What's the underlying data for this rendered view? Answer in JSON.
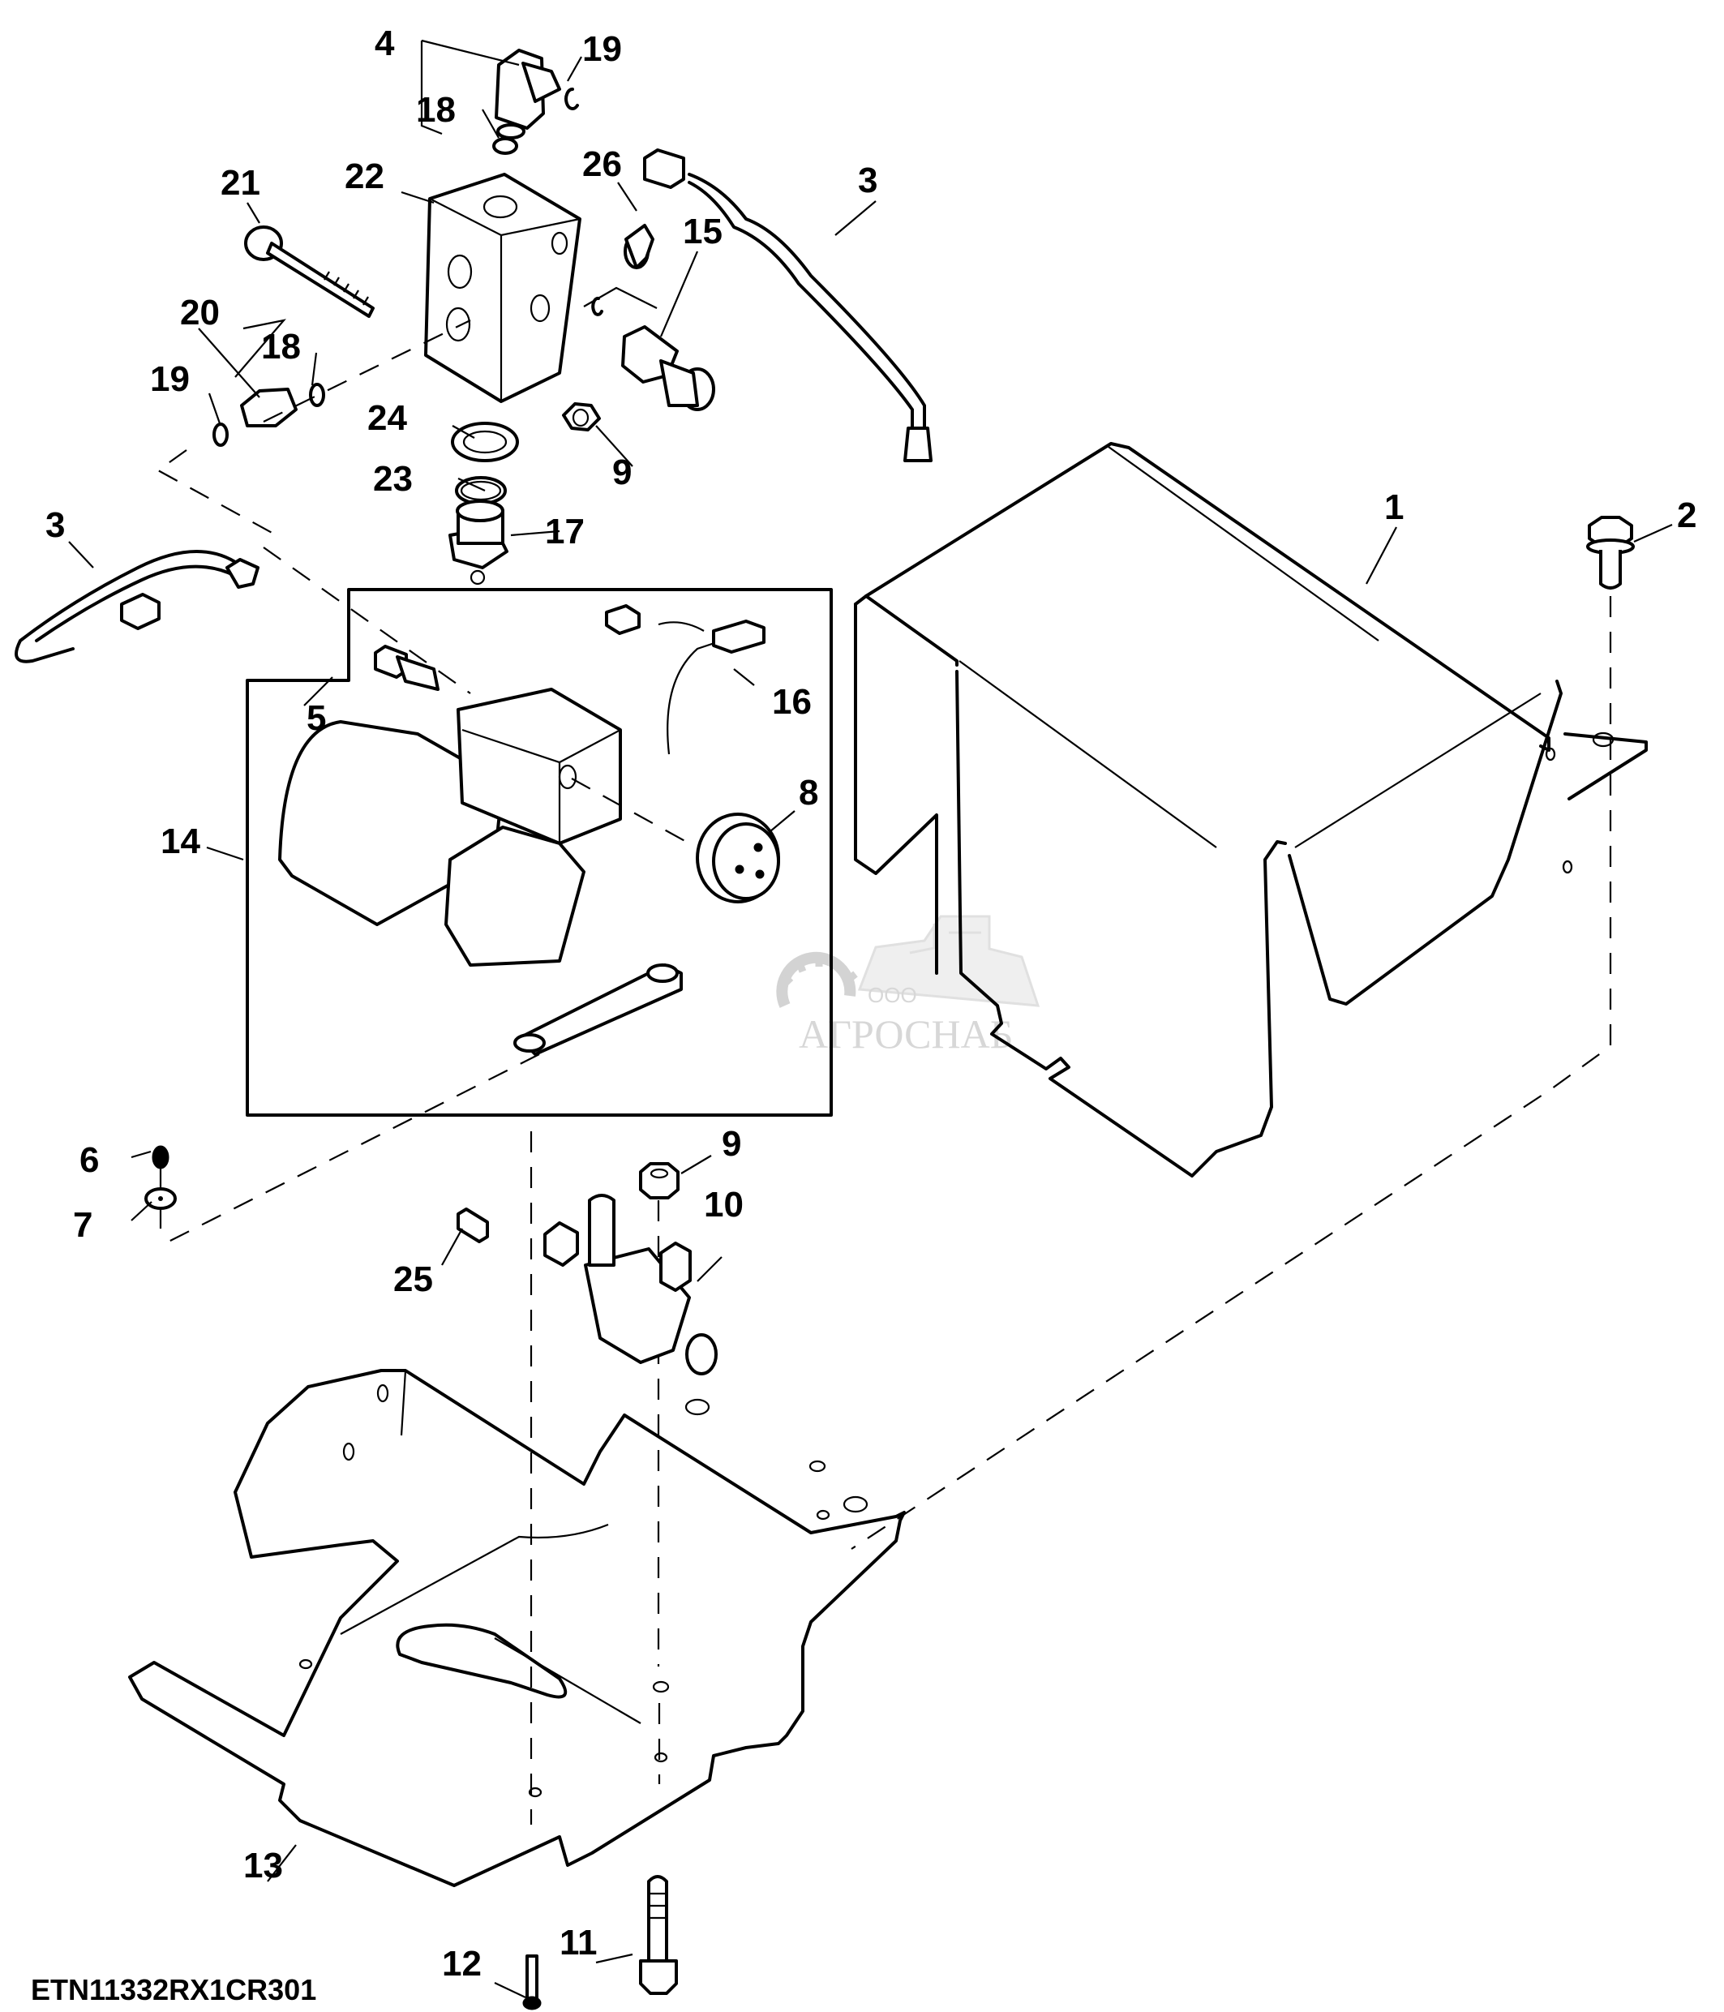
{
  "diagram": {
    "reference_code": "ETN11332RX1CR301",
    "watermark": {
      "prefix": "ООО",
      "name": "АГРОСНАБ"
    },
    "callouts": [
      {
        "id": "c1",
        "label": "1",
        "part": "cover"
      },
      {
        "id": "c2",
        "label": "2",
        "part": "cap-screw"
      },
      {
        "id": "c3a",
        "label": "3",
        "part": "hose-upper"
      },
      {
        "id": "c3b",
        "label": "3",
        "part": "hose-left"
      },
      {
        "id": "c4",
        "label": "4",
        "part": "elbow-fitting"
      },
      {
        "id": "c5",
        "label": "5",
        "part": "sensor"
      },
      {
        "id": "c6",
        "label": "6",
        "part": "nut"
      },
      {
        "id": "c7",
        "label": "7",
        "part": "washer"
      },
      {
        "id": "c8",
        "label": "8",
        "part": "filter"
      },
      {
        "id": "c9a",
        "label": "9",
        "part": "plug-upper"
      },
      {
        "id": "c9b",
        "label": "9",
        "part": "flange-nut"
      },
      {
        "id": "c10",
        "label": "10",
        "part": "valve"
      },
      {
        "id": "c11",
        "label": "11",
        "part": "bolt"
      },
      {
        "id": "c12",
        "label": "12",
        "part": "screw"
      },
      {
        "id": "c13",
        "label": "13",
        "part": "bracket"
      },
      {
        "id": "c14",
        "label": "14",
        "part": "compressor"
      },
      {
        "id": "c15",
        "label": "15",
        "part": "pressure-switch"
      },
      {
        "id": "c16",
        "label": "16",
        "part": "connector"
      },
      {
        "id": "c17",
        "label": "17",
        "part": "drain-plug"
      },
      {
        "id": "c18a",
        "label": "18",
        "part": "o-ring-upper"
      },
      {
        "id": "c18b",
        "label": "18",
        "part": "o-ring-left"
      },
      {
        "id": "c19a",
        "label": "19",
        "part": "o-ring-upper-right"
      },
      {
        "id": "c19b",
        "label": "19",
        "part": "o-ring-left"
      },
      {
        "id": "c20",
        "label": "20",
        "part": "fitting"
      },
      {
        "id": "c21",
        "label": "21",
        "part": "long-bolt"
      },
      {
        "id": "c22",
        "label": "22",
        "part": "manifold-block"
      },
      {
        "id": "c23",
        "label": "23",
        "part": "o-ring"
      },
      {
        "id": "c24",
        "label": "24",
        "part": "washer-seal"
      },
      {
        "id": "c25",
        "label": "25",
        "part": "plug"
      },
      {
        "id": "c26",
        "label": "26",
        "part": "cap"
      }
    ]
  }
}
